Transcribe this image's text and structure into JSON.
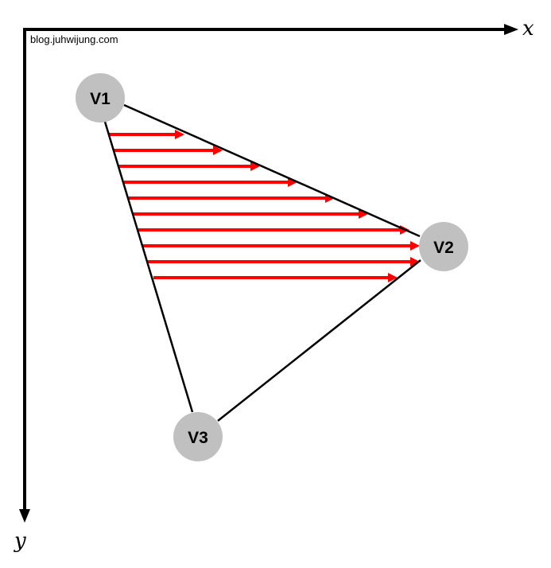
{
  "credit": "blog.juhwijung.com",
  "axes": {
    "x_label": "x",
    "y_label": "y"
  },
  "vertices": [
    {
      "label": "V1"
    },
    {
      "label": "V2"
    },
    {
      "label": "V3"
    }
  ],
  "scanline_count": 10,
  "colors": {
    "scanline": "#ff0000",
    "vertex_fill": "#c0c0c0",
    "edge": "#000000"
  }
}
